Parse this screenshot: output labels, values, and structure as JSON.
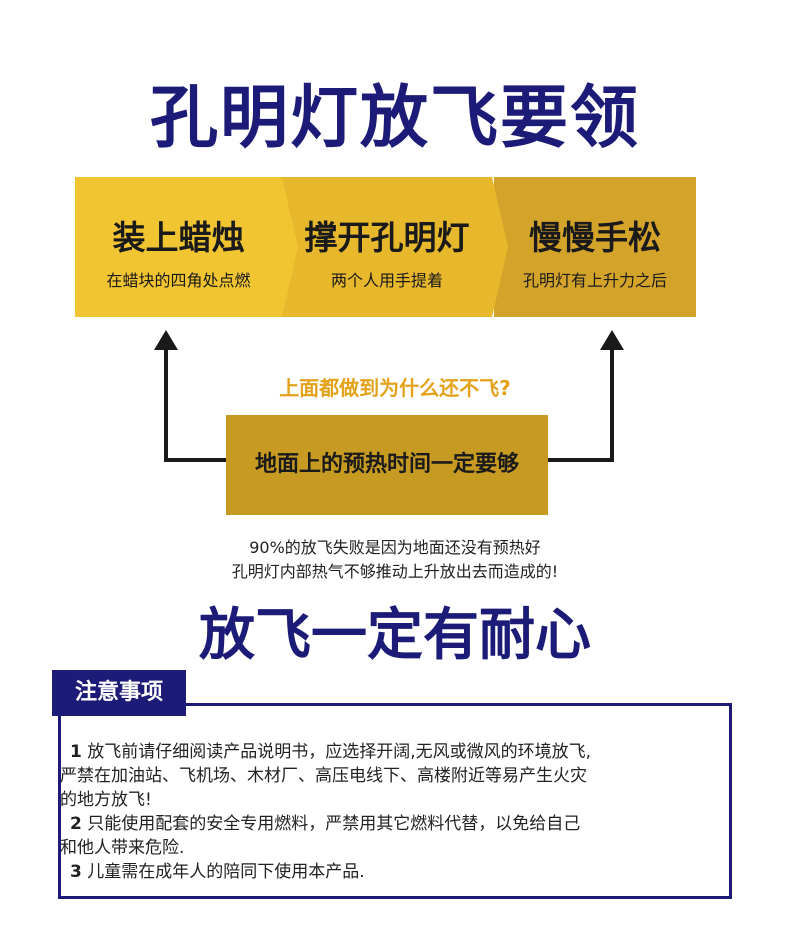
{
  "title": "孔明灯放飞要领",
  "steps": [
    {
      "title": "装上蜡烛",
      "sub": "在蜡块的四角处点燃"
    },
    {
      "title": "撑开孔明灯",
      "sub": "两个人用手提着"
    },
    {
      "title": "慢慢手松",
      "sub": "孔明灯有上升力之后"
    }
  ],
  "question": "上面都做到为什么还不飞?",
  "center_box": "地面上的预热时间一定要够",
  "note_line1": "90%的放飞失败是因为地面还没有预热好",
  "note_line2": "孔明灯内部热气不够推动上升放出去而造成的!",
  "slogan": "放飞一定有耐心",
  "notice": {
    "tab": "注意事项",
    "items": [
      {
        "num": "1",
        "text_line1": "放飞前请仔细阅读产品说明书，应选择开阔,无风或微风的环境放飞,",
        "text_line2": "严禁在加油站、飞机场、木材厂、高压电线下、高楼附近等易产生火灾",
        "text_line3": "的地方放飞!"
      },
      {
        "num": "2",
        "text_line1": "只能使用配套的安全专用燃料，严禁用其它燃料代替，以免给自己",
        "text_line2": "和他人带来危险."
      },
      {
        "num": "3",
        "text_line1": "儿童需在成年人的陪同下使用本产品."
      }
    ]
  },
  "colors": {
    "title_navy": "#1c1b78",
    "step1": "#f1c431",
    "step2": "#e7b72c",
    "step3": "#d4a32a",
    "center_box": "#c79b22",
    "question_orange": "#e3a21a"
  }
}
